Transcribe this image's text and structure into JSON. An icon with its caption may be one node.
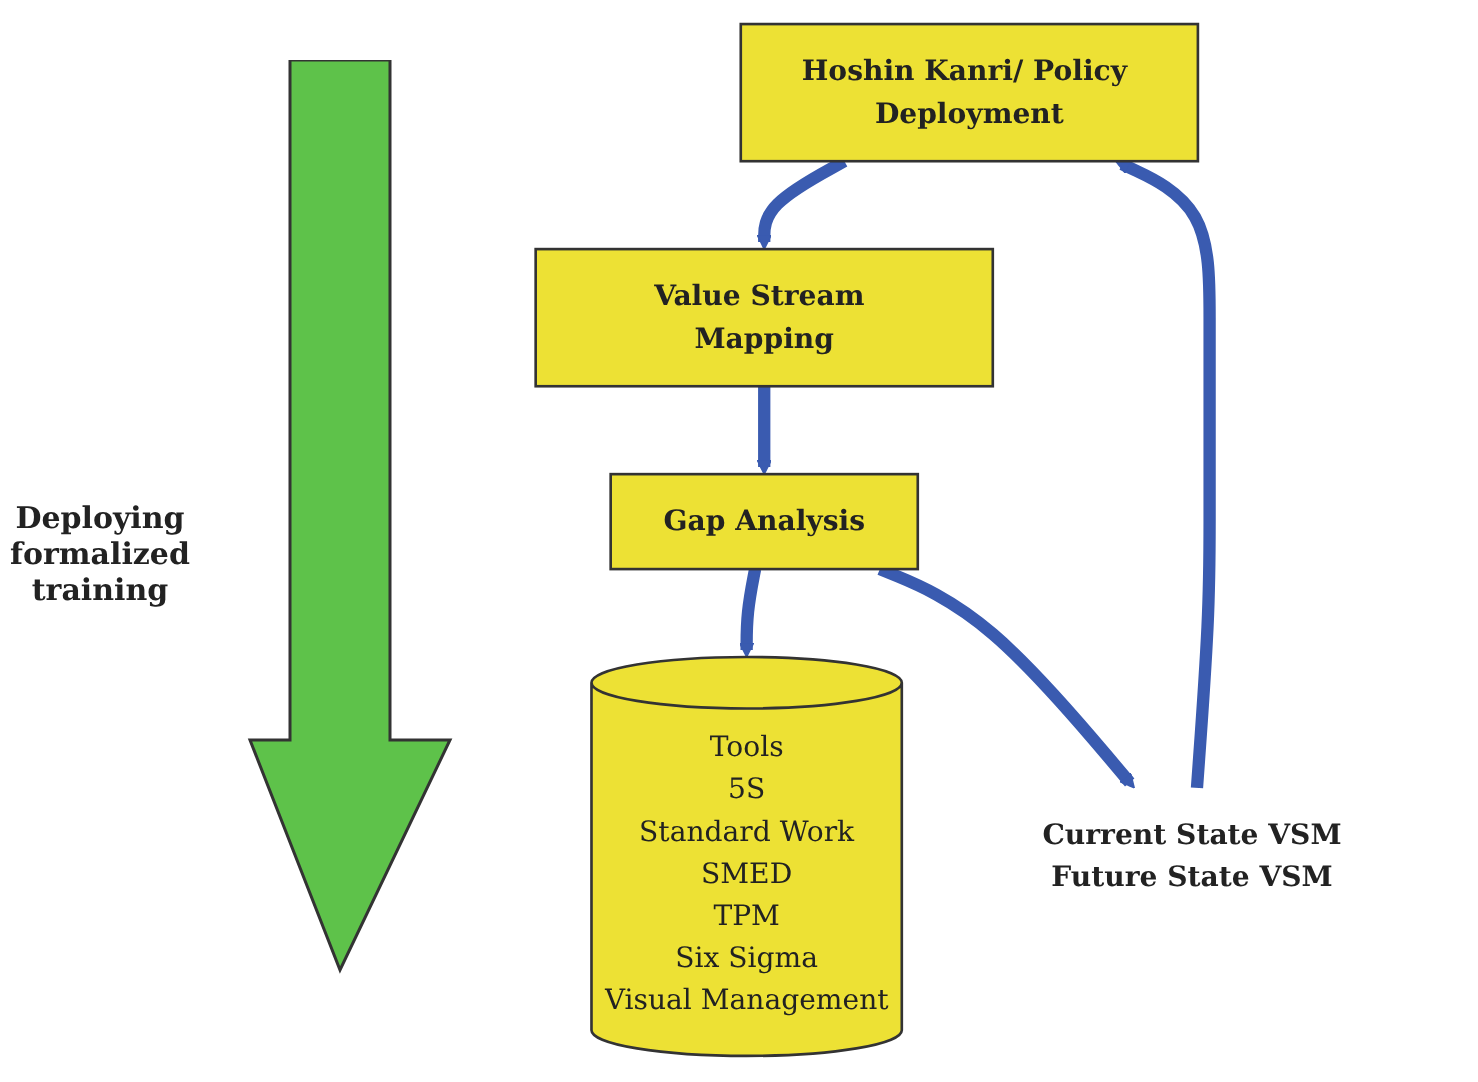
{
  "diagram": {
    "nodes": [
      {
        "text": [
          "Hoshin Kanri/ Policy Deployment"
        ]
      },
      {
        "text": [
          "Value Stream Mapping"
        ]
      },
      {
        "text": [
          "Gap Analysis"
        ]
      },
      {
        "text": [
          "Tools",
          "5S",
          "Standard Work",
          "SMED",
          "TPM",
          "Six Sigma",
          "Visual Management"
        ]
      },
      {
        "text": [
          "Current State VSM",
          "Future State VSM"
        ]
      }
    ],
    "edges": [
      {
        "from": 0,
        "to": 1,
        "arrow": "to"
      },
      {
        "from": 1,
        "to": 2,
        "arrow": "to"
      },
      {
        "from": 2,
        "to": 3,
        "arrow": "to"
      },
      {
        "from": 2,
        "to": 4,
        "arrow": "to"
      },
      {
        "from": 4,
        "to": 0,
        "arrow": "to"
      }
    ],
    "labels": [
      "Deploying formalized training"
    ]
  }
}
